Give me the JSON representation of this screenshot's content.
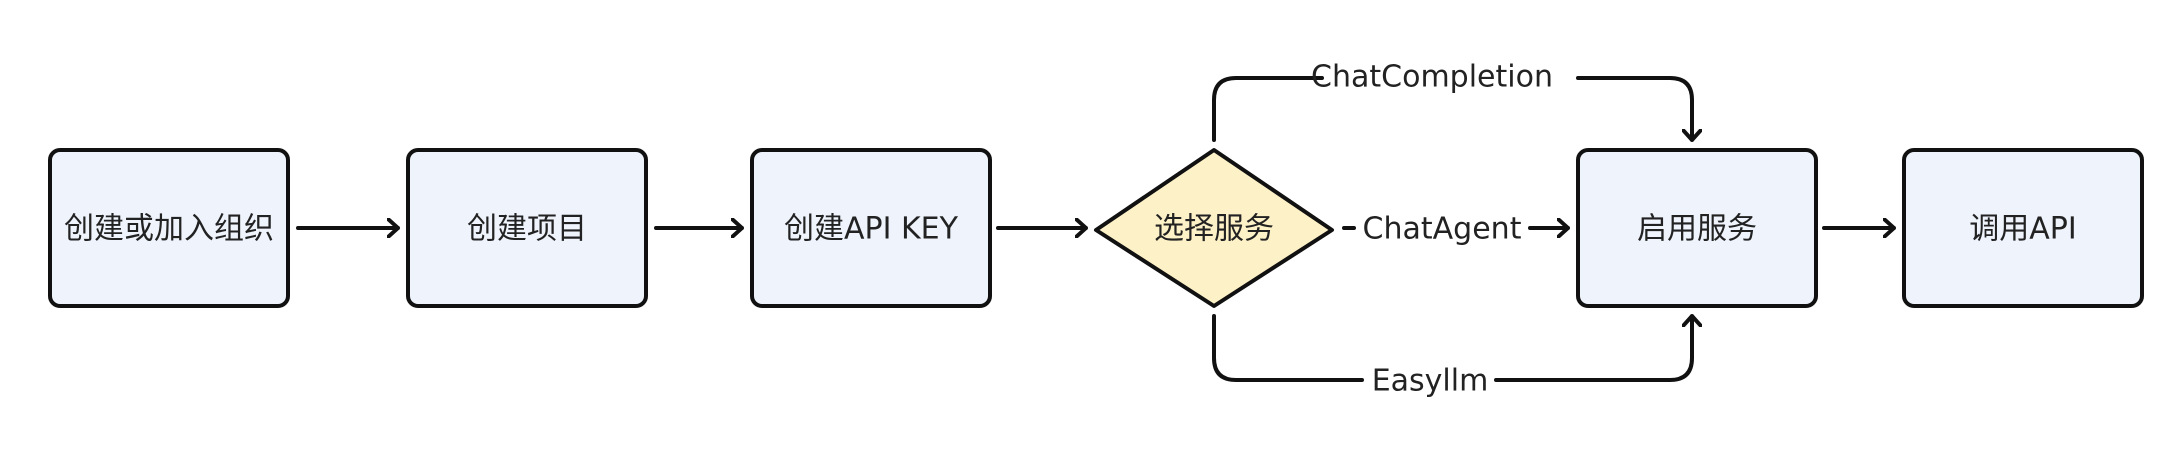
{
  "colors": {
    "box_fill": "#EEF3FC",
    "diamond_fill": "#FDF1C8",
    "stroke": "#111111",
    "text": "#222222"
  },
  "nodes": {
    "create_org": "创建或加入组织",
    "create_project": "创建项目",
    "create_api_key": "创建API KEY",
    "select_service": "选择服务",
    "enable_service": "启用服务",
    "call_api": "调用API"
  },
  "edges": {
    "chat_completion": "ChatCompletion",
    "chat_agent": "ChatAgent",
    "easyllm": "Easyllm"
  }
}
